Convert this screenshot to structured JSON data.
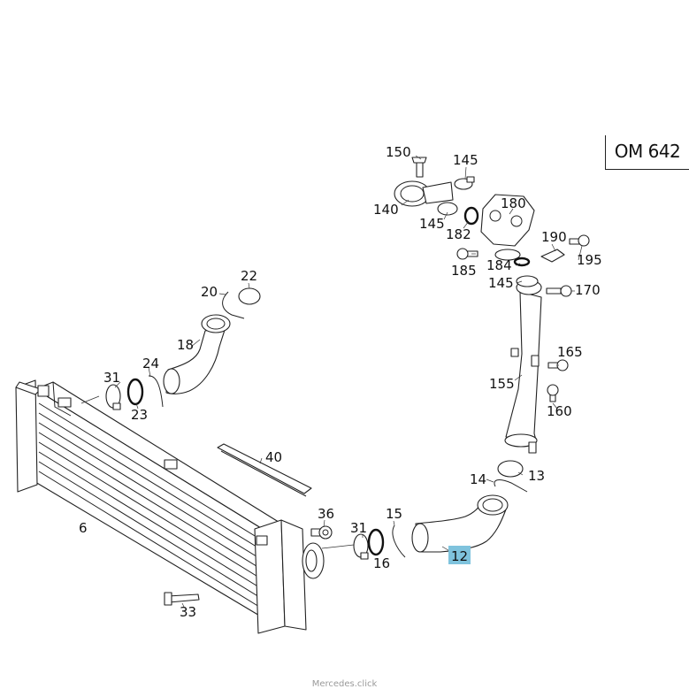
{
  "engine_label": "OM 642",
  "footer_text": "Mercedes.click",
  "highlight_color": "#7fc3dd",
  "parts": {
    "p150": "150",
    "p145a": "145",
    "p140": "140",
    "p145b": "145",
    "p182": "182",
    "p180": "180",
    "p190": "190",
    "p195": "195",
    "p185": "185",
    "p184": "184",
    "p145c": "145",
    "p170": "170",
    "p165": "165",
    "p155": "155",
    "p160": "160",
    "p22": "22",
    "p20": "20",
    "p18": "18",
    "p31a": "31",
    "p24": "24",
    "p23": "23",
    "p40": "40",
    "p6": "6",
    "p14": "14",
    "p13": "13",
    "p36": "36",
    "p15": "15",
    "p31b": "31",
    "p16": "16",
    "p12": "12",
    "p33": "33"
  }
}
